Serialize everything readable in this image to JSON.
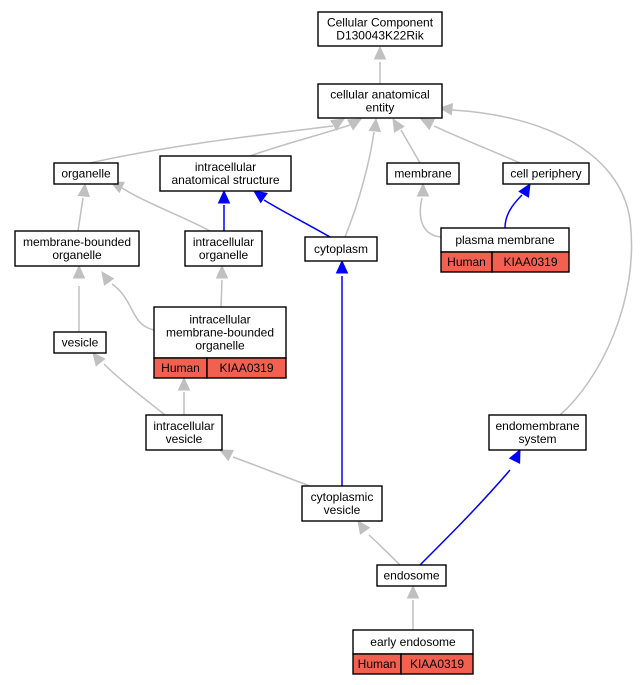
{
  "nodes": {
    "root": {
      "lines": [
        "Cellular Component",
        "D130043K22Rik"
      ]
    },
    "cae": {
      "lines": [
        "cellular anatomical",
        "entity"
      ]
    },
    "organelle": {
      "lines": [
        "organelle"
      ]
    },
    "ias": {
      "lines": [
        "intracellular",
        "anatomical structure"
      ]
    },
    "membrane": {
      "lines": [
        "membrane"
      ]
    },
    "cellperiphery": {
      "lines": [
        "cell periphery"
      ]
    },
    "mbo": {
      "lines": [
        "membrane-bounded",
        "organelle"
      ]
    },
    "io": {
      "lines": [
        "intracellular",
        "organelle"
      ]
    },
    "cytoplasm": {
      "lines": [
        "cytoplasm"
      ]
    },
    "pm": {
      "lines": [
        "plasma membrane"
      ],
      "annotation": {
        "species": "Human",
        "gene": "KIAA0319"
      }
    },
    "imbo": {
      "lines": [
        "intracellular",
        "membrane-bounded",
        "organelle"
      ],
      "annotation": {
        "species": "Human",
        "gene": "KIAA0319"
      }
    },
    "vesicle": {
      "lines": [
        "vesicle"
      ]
    },
    "iv": {
      "lines": [
        "intracellular",
        "vesicle"
      ]
    },
    "es": {
      "lines": [
        "endomembrane",
        "system"
      ]
    },
    "cv": {
      "lines": [
        "cytoplasmic",
        "vesicle"
      ]
    },
    "endosome": {
      "lines": [
        "endosome"
      ]
    },
    "ee": {
      "lines": [
        "early endosome"
      ],
      "annotation": {
        "species": "Human",
        "gene": "KIAA0319"
      }
    }
  },
  "colors": {
    "is_a_edge": "#c0c0c0",
    "part_of_edge": "#0000ff",
    "annotation_fill": "#f26150",
    "node_fill": "#ffffff"
  }
}
